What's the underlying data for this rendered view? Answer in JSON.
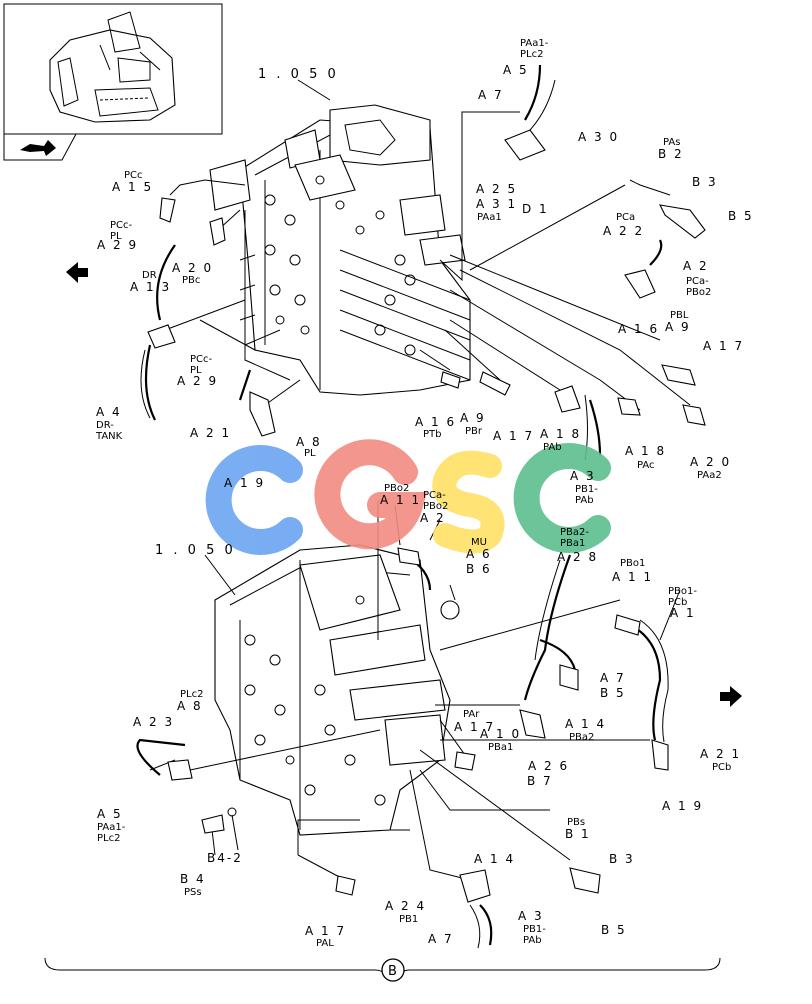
{
  "colors": {
    "line": "#000000",
    "watermark_c1": "#6aa5f2",
    "watermark_g": "#f28b82",
    "watermark_s": "#ffe066",
    "watermark_c2": "#5dbf8e"
  },
  "watermark": {
    "text": "CGSC"
  },
  "icons": {
    "thumbnail": "excavator-thumbnail-icon",
    "nav_back": "left-arrow-icon",
    "nav_forward": "right-arrow-icon",
    "view_tag": "view-arrow-icon"
  },
  "upper": {
    "ref": "1.050",
    "labels": {
      "paa1_plc2_top": "PAa1-\nPLc2",
      "a5_top": "A5",
      "a7_top": "A7",
      "a30": "A30",
      "a25": "A25",
      "a31": "A31",
      "paa1": "PAa1",
      "d1": "D1",
      "pas": "PAs",
      "b2": "B2",
      "b3": "B3",
      "b5": "B5",
      "pca": "PCa",
      "a22": "A22",
      "a2": "A2",
      "pca_pbo2": "PCa-\nPBo2",
      "a16_r": "A16",
      "pbl": "PBL",
      "a9_r": "A9",
      "a17_r": "A17",
      "pcc": "PCc",
      "a15": "A15",
      "pcc_pl": "PCc-\nPL",
      "a29": "A29",
      "a20": "A20",
      "pbc": "PBc",
      "dr": "DR",
      "a13": "A13",
      "pcc_pl2": "PCc-\nPL",
      "a29_2": "A29",
      "a4": "A4",
      "dr_tank": "DR-\nTANK",
      "a21": "A21",
      "a8": "A8",
      "pl": "PL",
      "a19": "A19",
      "a16_b": "A16",
      "ptb": "PTb",
      "a9_b": "A9",
      "pbr": "PBr",
      "a17_b": "A17",
      "a18": "A18",
      "pab": "PAb",
      "a3": "A3",
      "pb1_pab": "PB1-\nPAb",
      "a18_2": "A18",
      "pac": "PAc",
      "a20_2": "A20",
      "paa2": "PAa2"
    }
  },
  "lower": {
    "ref": "1.050",
    "labels": {
      "pbo2": "PBo2",
      "a11": "A11",
      "pca_pbo2": "PCa-\nPBo2",
      "a2": "A2",
      "mu": "MU",
      "a6": "A6",
      "b6": "B6",
      "pba2_pba1": "PBa2-\nPBa1",
      "a28": "A28",
      "pbo1": "PBo1",
      "a11_r": "A11",
      "pbo1_pcb": "PBo1-\nPCb",
      "a1": "A1",
      "a7": "A7",
      "b5": "B5",
      "a14_r": "A14",
      "pba2": "PBa2",
      "plc2": "PLc2",
      "a23": "A23",
      "a8": "A8",
      "par": "PAr",
      "a17": "A17",
      "a10": "A10",
      "pba1": "PBa1",
      "a26": "A26",
      "b7": "B7",
      "a21": "A21",
      "pcb": "PCb",
      "a19": "A19",
      "a5": "A5",
      "paa1_plc2": "PAa1-\nPLc2",
      "b4_2": "B4-2",
      "b4": "B4",
      "pss": "PSs",
      "pbs": "PBs",
      "b1": "B1",
      "b3": "B3",
      "b5_b": "B5",
      "a14_b": "A14",
      "a24": "A24",
      "pb1": "PB1",
      "a3": "A3",
      "pb1_pab": "PB1-\nPAb",
      "a7_b": "A7",
      "a17_b": "A17",
      "pal": "PAL"
    }
  },
  "view": {
    "letter": "B"
  }
}
